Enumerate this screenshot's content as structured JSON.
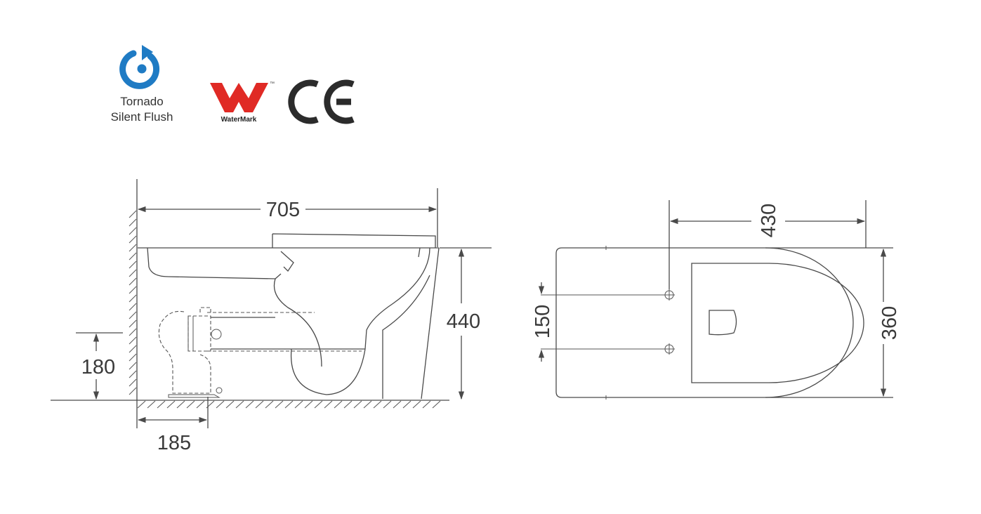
{
  "logos": {
    "tornado": {
      "line1": "Tornado",
      "line2": "Silent Flush",
      "color": "#1f7bc4",
      "icon": "tornado-swirl-icon"
    },
    "watermark": {
      "label": "WaterMark",
      "tm": "™",
      "color": "#e02a25",
      "icon": "watermark-w-icon"
    },
    "ce": {
      "label": "CE",
      "color": "#2b2b2b"
    }
  },
  "side_view": {
    "dims": {
      "length": "705",
      "height": "440",
      "outlet_height": "180",
      "outlet_from_wall": "185"
    }
  },
  "top_view": {
    "dims": {
      "depth": "430",
      "width": "360",
      "hole_spacing": "150"
    }
  },
  "colors": {
    "line": "#4a4a4a",
    "text": "#3a3a3a"
  }
}
